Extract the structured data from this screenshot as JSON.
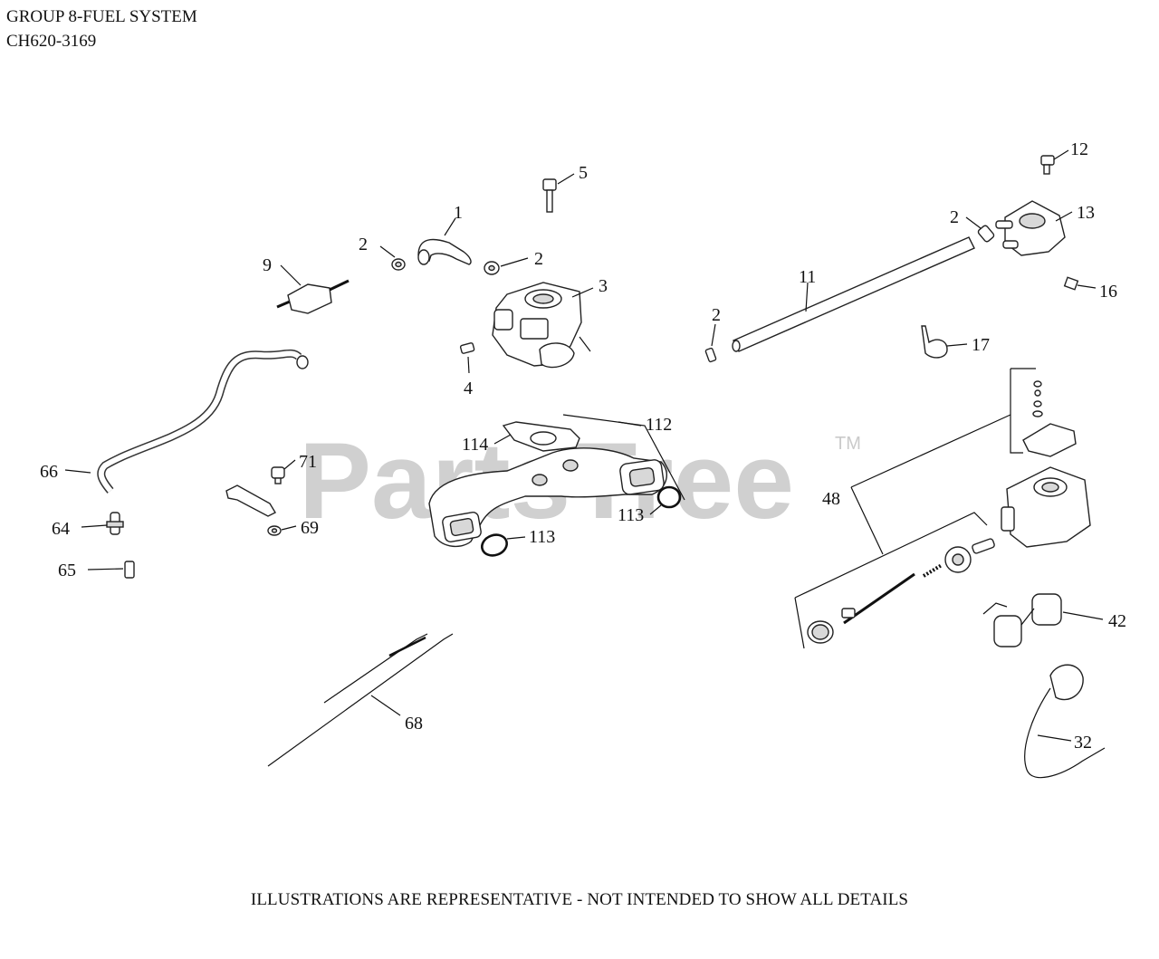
{
  "header": {
    "title": "GROUP 8-FUEL SYSTEM",
    "model": "CH620-3169"
  },
  "watermark": {
    "text": "PartsTree",
    "tm": "TM"
  },
  "callouts": {
    "c1": "1",
    "c2a": "2",
    "c2b": "2",
    "c2c": "2",
    "c2d": "2",
    "c3": "3",
    "c4": "4",
    "c5": "5",
    "c9": "9",
    "c11": "11",
    "c12": "12",
    "c13": "13",
    "c16": "16",
    "c17": "17",
    "c32": "32",
    "c42": "42",
    "c48": "48",
    "c64": "64",
    "c65": "65",
    "c66": "66",
    "c68": "68",
    "c69": "69",
    "c71": "71",
    "c112": "112",
    "c113a": "113",
    "c113b": "113",
    "c114": "114"
  },
  "footer": {
    "note": "ILLUSTRATIONS ARE REPRESENTATIVE - NOT INTENDED TO SHOW ALL DETAILS"
  }
}
